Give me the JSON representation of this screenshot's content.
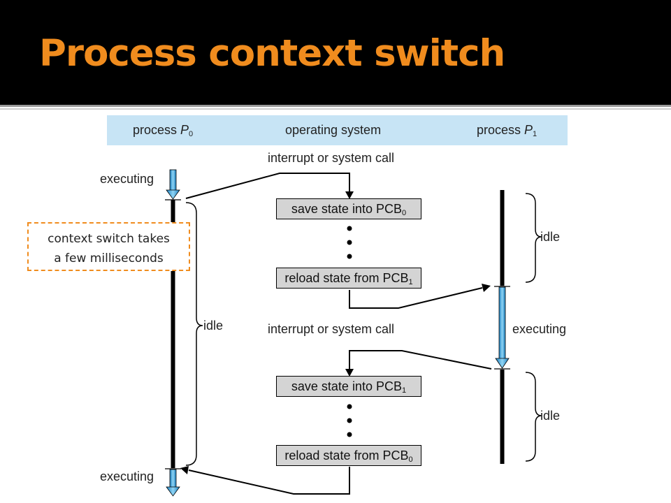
{
  "title": "Process context switch",
  "header": {
    "p0_prefix": "process ",
    "p0_name": "P",
    "p0_sub": "0",
    "os": "operating system",
    "p1_prefix": "process ",
    "p1_name": "P",
    "p1_sub": "1"
  },
  "labels": {
    "interrupt_top": "interrupt or system call",
    "interrupt_mid": "interrupt or system call",
    "executing_p0_top": "executing",
    "executing_p0_bottom": "executing",
    "executing_p1": "executing",
    "idle_p0": "idle",
    "idle_p1_top": "idle",
    "idle_p1_bottom": "idle"
  },
  "boxes": [
    {
      "text": "save state into PCB",
      "sub": "0"
    },
    {
      "text": "reload state from PCB",
      "sub": "1"
    },
    {
      "text": "save state into PCB",
      "sub": "1"
    },
    {
      "text": "reload state from PCB",
      "sub": "0"
    }
  ],
  "callout": {
    "line1": "context switch takes",
    "line2": "a few milliseconds"
  },
  "colors": {
    "title": "#f08c1e",
    "header_band": "#c7e4f5",
    "box_fill": "#d4d4d4",
    "callout_border": "#f08c1e",
    "exec_arrow": "#3aa7dc"
  }
}
